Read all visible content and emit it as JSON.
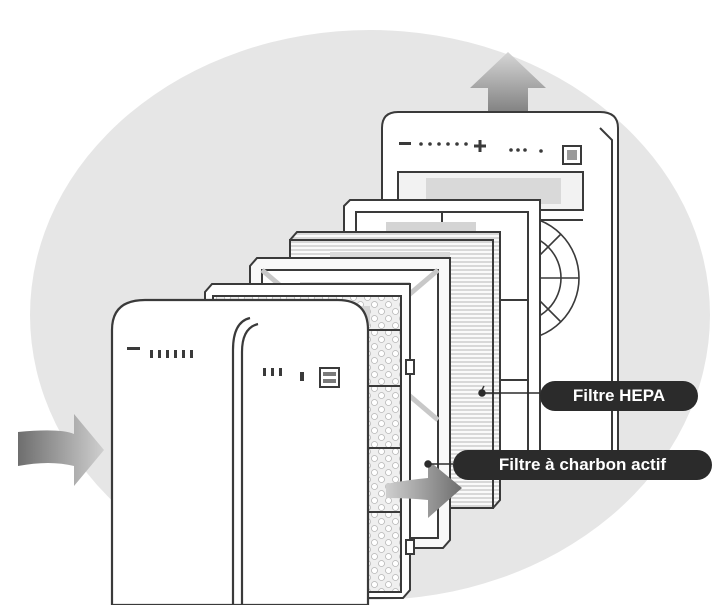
{
  "labels": {
    "hepa_filter": "Filtre HEPA",
    "carbon_filter": "Filtre à charbon actif"
  },
  "colors": {
    "background_ellipse": "#e6e6e6",
    "line": "#3a3a3a",
    "label_bg": "#2b2b2b",
    "label_text": "#ffffff",
    "arrow_gray": "#9a9a9a"
  },
  "icons": [
    "airflow-in-arrow",
    "airflow-out-arrow",
    "airflow-carbon-arrow",
    "minus-icon",
    "plus-icon"
  ]
}
